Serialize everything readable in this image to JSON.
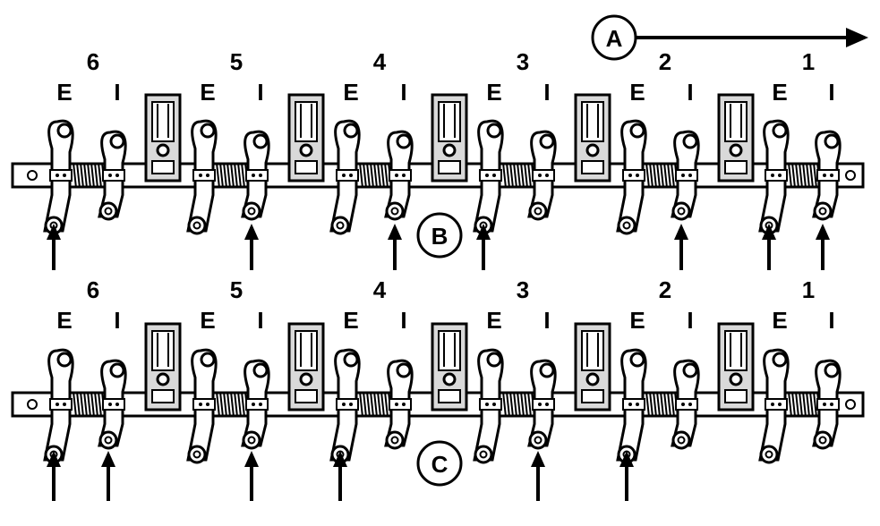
{
  "diagram": {
    "callouts": {
      "a": "A",
      "b": "B",
      "c": "C"
    },
    "cylinders": [
      "6",
      "5",
      "4",
      "3",
      "2",
      "1"
    ],
    "valve_labels": {
      "exhaust": "E",
      "intake": "I"
    },
    "assembly_b_adjust": [
      "6E",
      "5I",
      "4I",
      "3E",
      "2I",
      "1E",
      "1I"
    ],
    "assembly_c_adjust": [
      "6E",
      "6I",
      "5I",
      "4E",
      "3I",
      "2E"
    ],
    "colors": {
      "ink": "#000000",
      "paper": "#ffffff",
      "support": "#d9d9d9"
    }
  }
}
